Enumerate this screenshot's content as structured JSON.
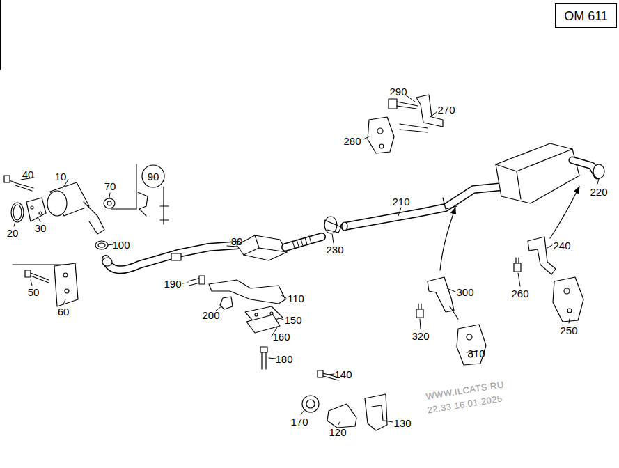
{
  "diagram": {
    "nodes": [
      {
        "text": [
          "OM 611"
        ]
      },
      {
        "text": [
          "90"
        ]
      }
    ],
    "labels": [
      "290",
      "270",
      "280",
      "40",
      "10",
      "70",
      "20",
      "30",
      "100",
      "80",
      "210",
      "230",
      "220",
      "50",
      "60",
      "190",
      "110",
      "200",
      "150",
      "160",
      "180",
      "300",
      "320",
      "310",
      "240",
      "260",
      "250",
      "140",
      "170",
      "120",
      "130",
      "WWW.ILCATS.RU",
      "22:33 16.01.2025"
    ]
  }
}
